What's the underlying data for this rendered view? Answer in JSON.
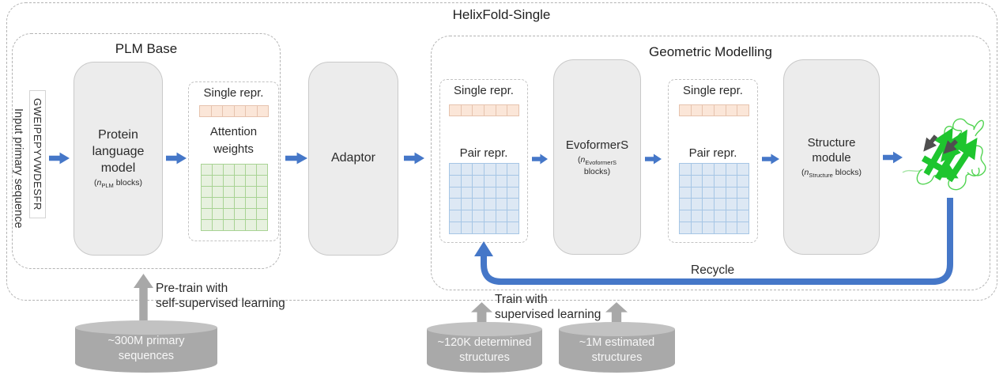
{
  "title": "HelixFold-Single",
  "plm_base": {
    "title": "PLM Base",
    "input_label": "Input primary sequence",
    "sequence": "GWEIPEPYVWDESFR",
    "model": {
      "line1": "Protein",
      "line2": "language",
      "line3": "model",
      "blocks_open": "(",
      "blocks_var": "n",
      "blocks_sub": "PLM",
      "blocks_rest": " blocks)"
    },
    "single_repr_label": "Single repr.",
    "attention_line1": "Attention",
    "attention_line2": "weights"
  },
  "adaptor_label": "Adaptor",
  "geometric": {
    "title": "Geometric Modelling",
    "single_repr_label": "Single repr.",
    "pair_repr_label": "Pair repr.",
    "evoformers": {
      "name": "EvoformerS",
      "blocks_open": "(",
      "blocks_var": "n",
      "blocks_sub": "EvoformerS",
      "blocks_line2": "blocks)"
    },
    "structure": {
      "line1": "Structure",
      "line2": "module",
      "blocks_open": "(",
      "blocks_var": "n",
      "blocks_sub": "Structure",
      "blocks_rest": " blocks)"
    },
    "recycle_label": "Recycle"
  },
  "training": {
    "pretrain_line1": "Pre-train with",
    "pretrain_line2": "self-supervised learning",
    "train_line1": "Train with",
    "train_line2": "supervised learning"
  },
  "datasets": {
    "sequences": {
      "line1": "~300M primary",
      "line2": "sequences"
    },
    "determined": {
      "line1": "~120K determined",
      "line2": "structures"
    },
    "estimated": {
      "line1": "~1M estimated",
      "line2": "structures"
    }
  },
  "grids": {
    "plm_single": {
      "rows": 1,
      "cols": 6,
      "fill": "#fbe6d8",
      "border": "#e6c3ae"
    },
    "attention": {
      "rows": 6,
      "cols": 6,
      "fill": "#e7f1df",
      "border": "#a8d394"
    },
    "geo_single_1": {
      "rows": 1,
      "cols": 6,
      "fill": "#fbe6d8",
      "border": "#e6c3ae"
    },
    "geo_pair_1": {
      "rows": 6,
      "cols": 6,
      "fill": "#dde8f4",
      "border": "#a6c6e5"
    },
    "geo_single_2": {
      "rows": 1,
      "cols": 6,
      "fill": "#fbe6d8",
      "border": "#e6c3ae"
    },
    "geo_pair_2": {
      "rows": 6,
      "cols": 6,
      "fill": "#dde8f4",
      "border": "#a6c6e5"
    }
  },
  "colors": {
    "arrow_blue": "#4577c8",
    "gray_arrow": "#a8a8a8",
    "box_fill": "#ececec",
    "cylinder_body": "#a9a9a9",
    "cylinder_top": "#c2c2c2",
    "protein_green": "#1ec52e",
    "protein_dark": "#4f4f4f"
  }
}
